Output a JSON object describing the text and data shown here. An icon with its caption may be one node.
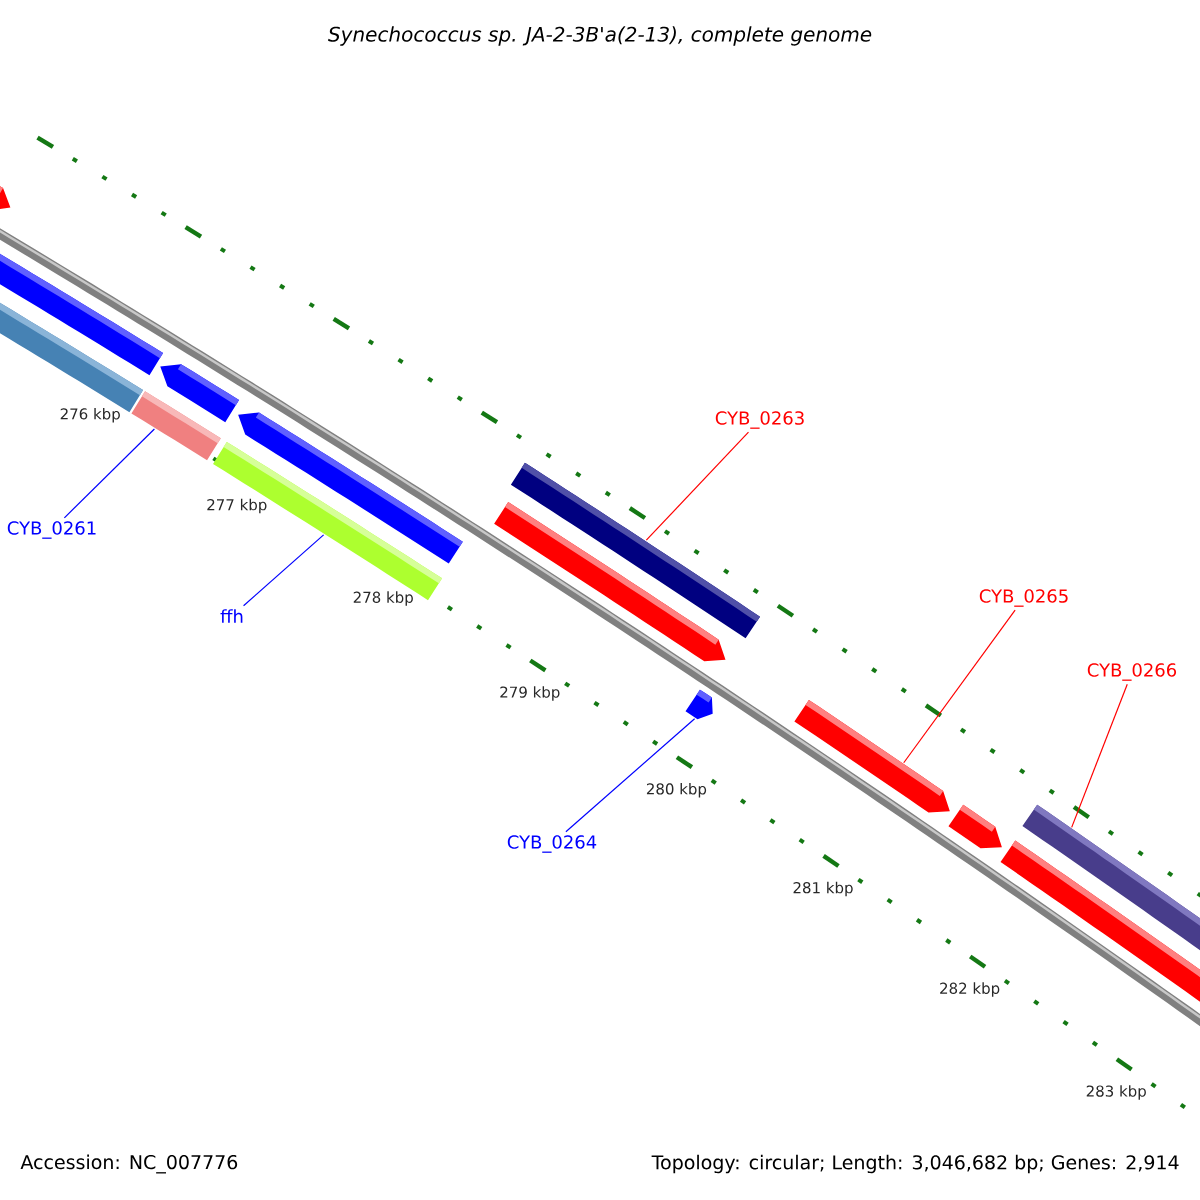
{
  "diagram": {
    "title": "Synechococcus sp. JA-2-3B'a(2-13), complete genome",
    "nodes": [
      {
        "text": [],
        "shape": "bar"
      },
      {
        "text": [],
        "shape": "bar"
      },
      {
        "text": [],
        "shape": "bar"
      },
      {
        "text": [],
        "shape": "bar"
      },
      {
        "text": [],
        "shape": "bar"
      },
      {
        "text": [],
        "shape": "bar"
      },
      {
        "text": [],
        "shape": "bar"
      },
      {
        "text": [],
        "shape": "bar"
      },
      {
        "text": [],
        "shape": "bar"
      },
      {
        "text": [],
        "shape": "bar"
      },
      {
        "text": [],
        "shape": "bar"
      },
      {
        "text": [],
        "shape": "bar"
      },
      {
        "text": [],
        "shape": "bar"
      },
      {
        "text": [],
        "shape": "bar"
      },
      {
        "text": [
          "CYB_0261"
        ]
      },
      {
        "text": [
          "ffh"
        ]
      },
      {
        "text": [
          "CYB_0263"
        ]
      },
      {
        "text": [
          "CYB_0264"
        ]
      },
      {
        "text": [
          "CYB_0265"
        ]
      },
      {
        "text": [
          "CYB_0266"
        ]
      }
    ],
    "edges": [
      {
        "from": 14,
        "to": 4,
        "arrow": "none",
        "color": "#0000ff"
      },
      {
        "from": 15,
        "to": 6,
        "arrow": "none",
        "color": "#0000ff"
      },
      {
        "from": 16,
        "to": 7,
        "arrow": "none",
        "color": "#ff0000"
      },
      {
        "from": 17,
        "to": 9,
        "arrow": "none",
        "color": "#0000ff"
      },
      {
        "from": 18,
        "to": 10,
        "arrow": "none",
        "color": "#ff0000"
      },
      {
        "from": 19,
        "to": 13,
        "arrow": "none",
        "color": "#ff0000"
      }
    ],
    "labels": [
      "276 kbp",
      "277 kbp",
      "278 kbp",
      "279 kbp",
      "280 kbp",
      "281 kbp",
      "282 kbp",
      "283 kbp",
      "Accession: NC_007776",
      "Topology: circular; Length: 3,046,682 bp; Genes: 2,914"
    ]
  }
}
